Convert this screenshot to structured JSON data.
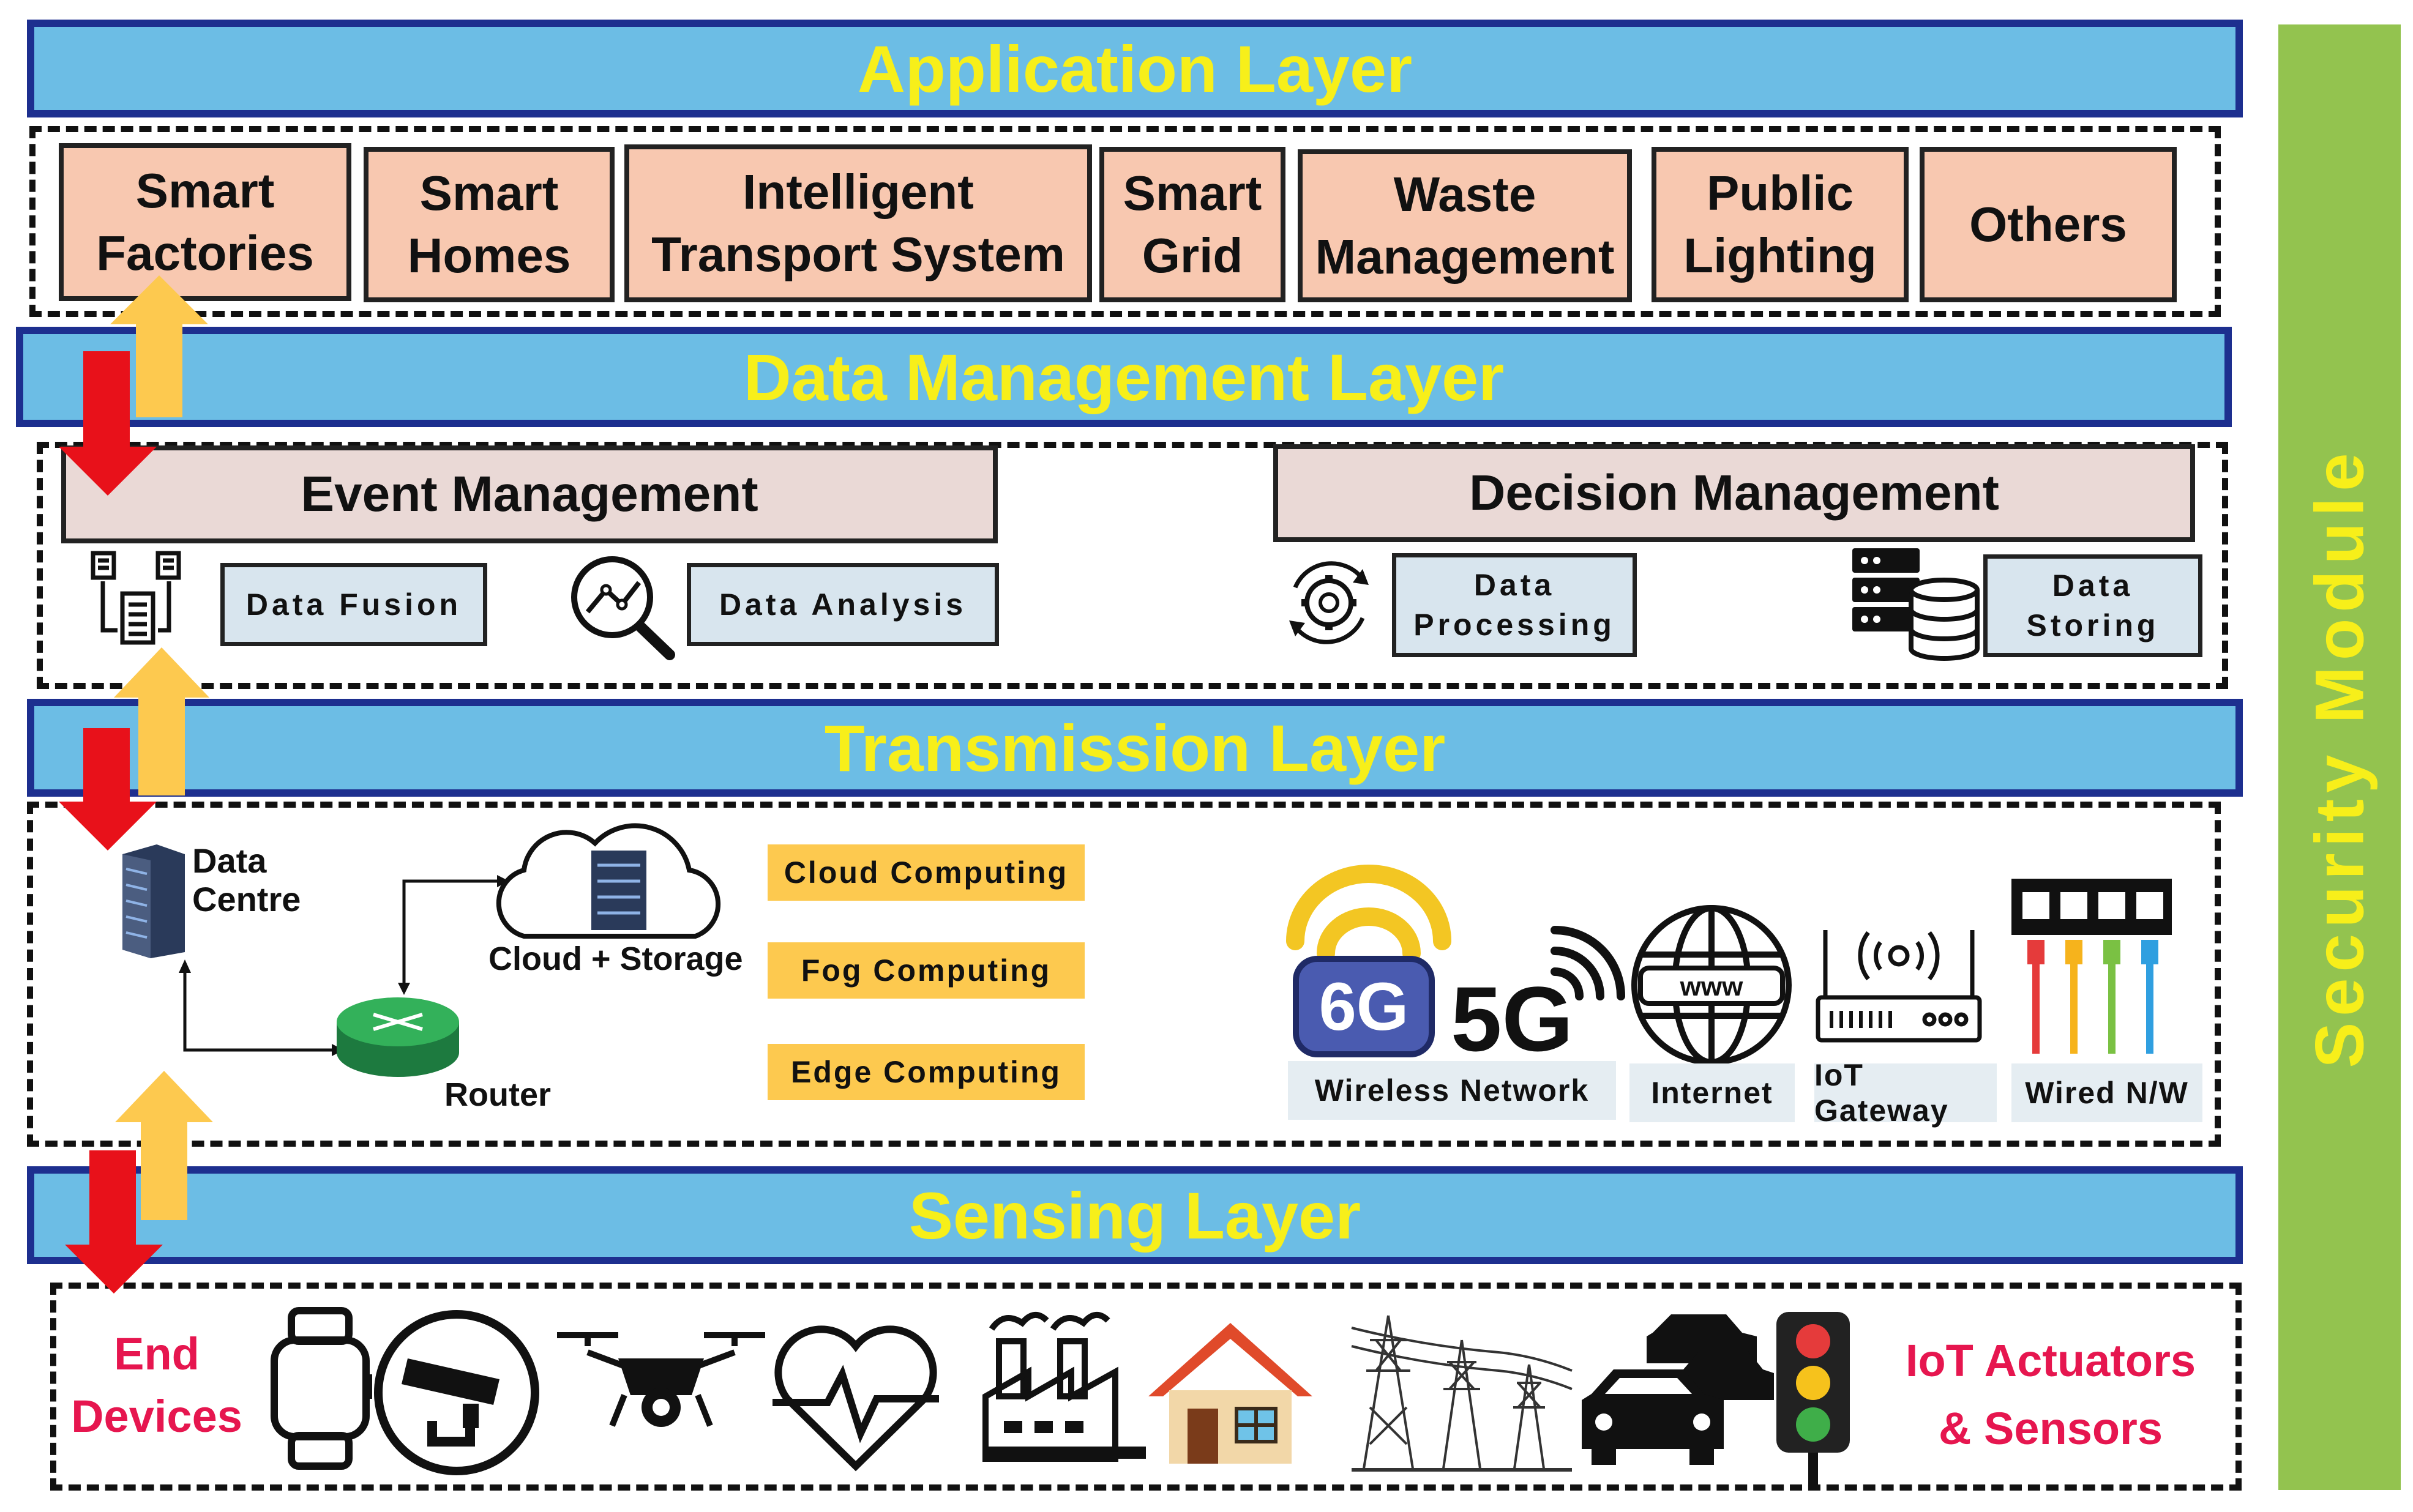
{
  "layers": {
    "application": "Application Layer",
    "data_management": "Data Management Layer",
    "transmission": "Transmission Layer",
    "sensing": "Sensing Layer"
  },
  "security_module": "Security Module",
  "application_items": [
    "Smart\nFactories",
    "Smart\nHomes",
    "Intelligent\nTransport System",
    "Smart\nGrid",
    "Waste\nManagement",
    "Public\nLighting",
    "Others"
  ],
  "data_management": {
    "event_management": "Event Management",
    "decision_management": "Decision Management",
    "data_fusion": "Data Fusion",
    "data_analysis": "Data Analysis",
    "data_processing": "Data\nProcessing",
    "data_storing": "Data\nStoring"
  },
  "transmission": {
    "data_centre": "Data\nCentre",
    "cloud_storage": "Cloud + Storage",
    "router": "Router",
    "cloud_computing": "Cloud Computing",
    "fog_computing": "Fog Computing",
    "edge_computing": "Edge Computing",
    "badge_6g": "6G",
    "badge_5g": "5G",
    "wireless_network": "Wireless Network",
    "internet": "Internet",
    "www": "www",
    "iot_gateway": "IoT Gateway",
    "wired_nw": "Wired N/W"
  },
  "sensing": {
    "end_devices": "End\nDevices",
    "actuators_sensors": "IoT Actuators\n& Sensors"
  },
  "colors": {
    "layer_fill": "#6cbde5",
    "layer_border": "#1d2f8f",
    "layer_text": "#f7ef1a",
    "app_box": "#f8c8b0",
    "security_module": "#93c34f",
    "compute_box": "#fdc94f",
    "arrow_up": "#fdc94f",
    "arrow_down": "#e8111a",
    "pink_text": "#e6164f"
  }
}
